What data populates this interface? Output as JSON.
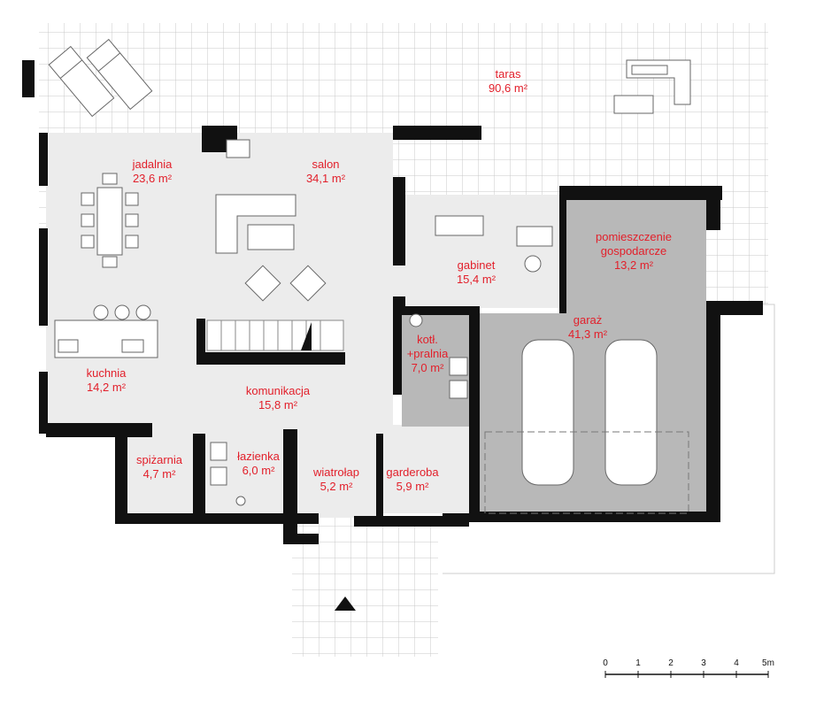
{
  "rooms": [
    {
      "id": "taras",
      "name": "taras",
      "area": "90,6 m²"
    },
    {
      "id": "jadalnia",
      "name": "jadalnia",
      "area": "23,6 m²"
    },
    {
      "id": "salon",
      "name": "salon",
      "area": "34,1 m²"
    },
    {
      "id": "gabinet",
      "name": "gabinet",
      "area": "15,4 m²"
    },
    {
      "id": "pomieszczenie",
      "name": "pomieszczenie",
      "name2": "gospodarcze",
      "area": "13,2 m²"
    },
    {
      "id": "garaz",
      "name": "garaż",
      "area": "41,3 m²"
    },
    {
      "id": "kotl",
      "name": "kotł.",
      "name2": "+pralnia",
      "area": "7,0 m²"
    },
    {
      "id": "kuchnia",
      "name": "kuchnia",
      "area": "14,2 m²"
    },
    {
      "id": "komunikacja",
      "name": "komunikacja",
      "area": "15,8 m²"
    },
    {
      "id": "spizarnia",
      "name": "spiżarnia",
      "area": "4,7 m²"
    },
    {
      "id": "lazienka",
      "name": "łazienka",
      "area": "6,0 m²"
    },
    {
      "id": "wiatrolap",
      "name": "wiatrołap",
      "area": "5,2 m²"
    },
    {
      "id": "garderoba",
      "name": "garderoba",
      "area": "5,9 m²"
    }
  ],
  "scale": {
    "ticks": [
      "0",
      "1",
      "2",
      "3",
      "4",
      "5m"
    ]
  },
  "colors": {
    "label": "#e2202b",
    "floor": "#ececec",
    "service": "#b8b8b8",
    "wall": "#111111",
    "grid": "#c9c9c9"
  }
}
